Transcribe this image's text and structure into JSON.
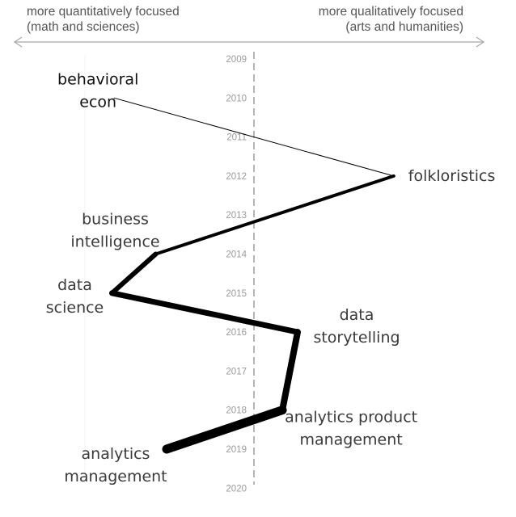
{
  "header": {
    "left_line1": "more quantitatively focused",
    "left_line2": "(math and sciences)",
    "right_line1": "more qualitatively focused",
    "right_line2": "(arts and humanities)"
  },
  "colors": {
    "path": "#000000",
    "axis_dashed": "#b5b5b5",
    "header_text": "#555555",
    "year_text": "#9a9a9a",
    "label_text": "#3a3a3a"
  },
  "chart_data": {
    "type": "line",
    "title": "",
    "xlabel": "",
    "ylabel": "",
    "x_axis": {
      "left_end_label": "more quantitatively focused (math and sciences)",
      "right_end_label": "more qualitatively focused (arts and humanities)",
      "xlim": [
        -1,
        1
      ],
      "center": 0
    },
    "years": [
      "2009",
      "2010",
      "2011",
      "2012",
      "2013",
      "2014",
      "2015",
      "2016",
      "2017",
      "2018",
      "2019",
      "2020"
    ],
    "ylim": [
      2009,
      2020
    ],
    "series": [
      {
        "points": [
          {
            "field": "behavioral econ",
            "label_lines": [
              "behavioral",
              "econ"
            ],
            "x": -0.64,
            "y": 2010.0,
            "stroke": 1
          },
          {
            "field": "folkloristics",
            "label_lines": [
              "folkloristics"
            ],
            "x": 0.64,
            "y": 2012.0,
            "stroke": 1
          },
          {
            "field": "business intelligence",
            "label_lines": [
              "business",
              "intelligence"
            ],
            "x": -0.45,
            "y": 2014.0,
            "stroke": 4
          },
          {
            "field": "data science",
            "label_lines": [
              "data",
              "science"
            ],
            "x": -0.65,
            "y": 2015.0,
            "stroke": 6
          },
          {
            "field": "data storytelling",
            "label_lines": [
              "data",
              "storytelling"
            ],
            "x": 0.2,
            "y": 2016.0,
            "stroke": 7
          },
          {
            "field": "analytics product management",
            "label_lines": [
              "analytics product",
              "management"
            ],
            "x": 0.13,
            "y": 2018.0,
            "stroke": 8
          },
          {
            "field": "analytics management",
            "label_lines": [
              "analytics",
              "management"
            ],
            "x": -0.4,
            "y": 2019.0,
            "stroke": 11
          }
        ]
      }
    ],
    "grid": false,
    "legend": "none"
  }
}
